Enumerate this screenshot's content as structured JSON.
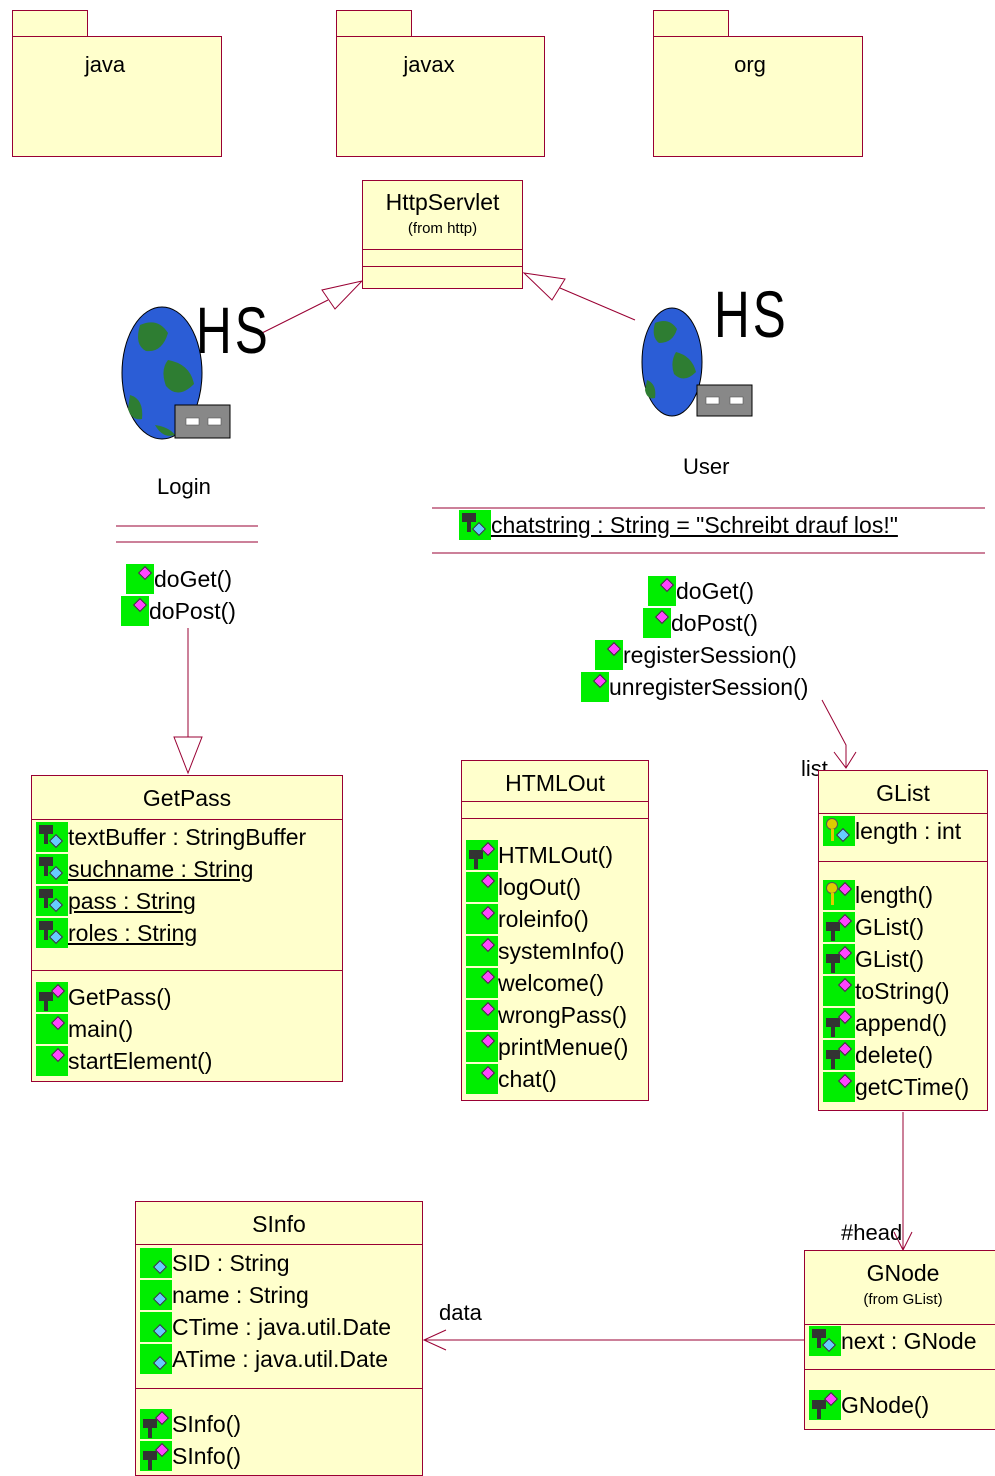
{
  "packages": [
    "java",
    "javax",
    "org"
  ],
  "http_servlet": {
    "name": "HttpServlet",
    "from": "(from http)"
  },
  "login": {
    "name": "Login",
    "stereo_label": "HS",
    "operations": [
      "doGet()",
      "doPost()"
    ]
  },
  "user": {
    "name": "User",
    "stereo_label": "HS",
    "attribute": "chatstring : String = \"Schreibt drauf los!\"",
    "operations": [
      "doGet()",
      "doPost()",
      "registerSession()",
      "unregisterSession()"
    ]
  },
  "getpass": {
    "name": "GetPass",
    "attributes": [
      "textBuffer : StringBuffer",
      "suchname : String",
      "pass : String",
      "roles : String"
    ],
    "operations": [
      "GetPass()",
      "main()",
      "startElement()"
    ]
  },
  "htmlout": {
    "name": "HTMLOut",
    "operations": [
      "HTMLOut()",
      "logOut()",
      "roleinfo()",
      "systemInfo()",
      "welcome()",
      "wrongPass()",
      "printMenue()",
      "chat()"
    ]
  },
  "glist": {
    "name": "GList",
    "attributes": [
      "length : int"
    ],
    "operations": [
      "length()",
      "GList()",
      "GList()",
      "toString()",
      "append()",
      "delete()",
      "getCTime()"
    ]
  },
  "sinfo": {
    "name": "SInfo",
    "attributes": [
      "SID : String",
      "name : String",
      "CTime : java.util.Date",
      "ATime : java.util.Date"
    ],
    "operations": [
      "SInfo()",
      "SInfo()"
    ]
  },
  "gnode": {
    "name": "GNode",
    "from": "(from GList)",
    "attributes": [
      "next : GNode"
    ],
    "operations": [
      "GNode()"
    ]
  },
  "roles": {
    "list": "list",
    "head": "#head",
    "data": "data"
  },
  "colors": {
    "fill": "#ffffcc",
    "border": "#990033",
    "icon_bg": "#00ee00"
  }
}
